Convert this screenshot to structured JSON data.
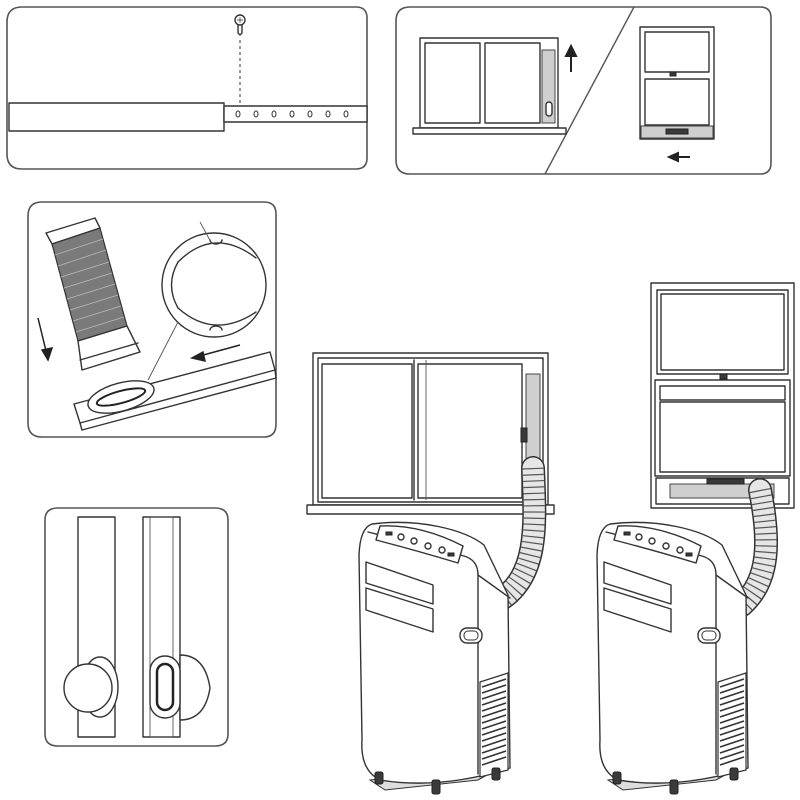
{
  "figure": {
    "kind": "installation-diagram",
    "panels": [
      "window-slider-adjustment",
      "window-types",
      "exhaust-hose-connection",
      "hose-adapter-detail",
      "sliding-window-installation",
      "hung-window-installation"
    ],
    "units": 2,
    "colors": {
      "line": "#333333",
      "background": "#ffffff",
      "shade": "#cfcfcf"
    }
  }
}
